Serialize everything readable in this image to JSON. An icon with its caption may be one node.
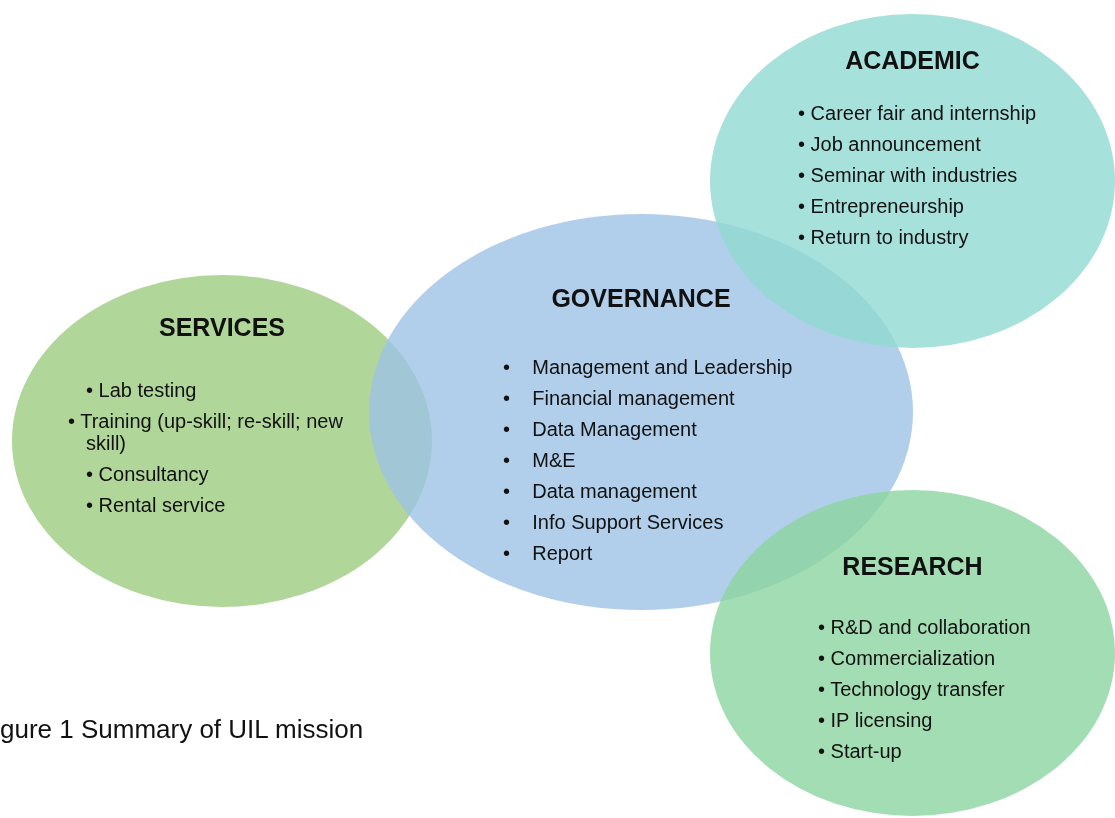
{
  "diagram": {
    "caption": "gure 1 Summary of UIL mission",
    "nodes": [
      {
        "text": [
          "SERVICES",
          "• Lab testing",
          "• Training (up-skill; re-skill; new skill)",
          "• Consultancy",
          "• Rental service"
        ]
      },
      {
        "text": [
          "GOVERNANCE",
          "•    Management and Leadership",
          "•    Financial management",
          "•    Data Management",
          "•    M&E",
          "•    Data management",
          "•    Info Support Services",
          "•    Report"
        ]
      },
      {
        "text": [
          "ACADEMIC",
          "• Career fair and internship",
          "• Job announcement",
          "• Seminar with industries",
          "• Entrepreneurship",
          "• Return to industry"
        ]
      },
      {
        "text": [
          "RESEARCH",
          "• R&D and collaboration",
          "• Commercialization",
          "• Technology transfer",
          "• IP licensing",
          "• Start-up"
        ]
      }
    ],
    "edges": []
  }
}
